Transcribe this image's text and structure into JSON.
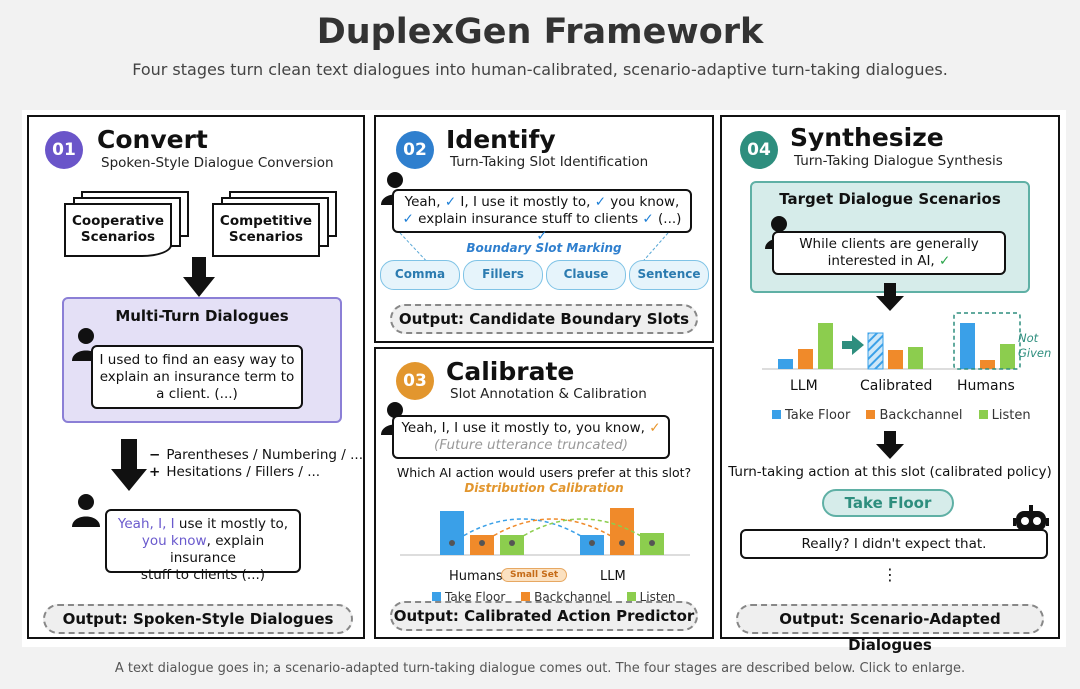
{
  "page": {
    "title": "DuplexGen Framework",
    "subtitle": "Four stages turn clean text dialogues into human-calibrated, scenario-adaptive turn-taking dialogues.",
    "caption": "A text dialogue goes in; a scenario-adapted turn-taking dialogue comes out. The four stages are described below. Click to enlarge."
  },
  "colors": {
    "convert": "#6a55c9",
    "identify": "#2f7fce",
    "calibrate": "#e2962e",
    "synthesize": "#2e8e7e",
    "take_floor": "#3aa0e8",
    "backchannel": "#f08a2a",
    "listen": "#8ccd4e"
  },
  "convert": {
    "number": "01",
    "title": "Convert",
    "subtitle": "Spoken-Style Dialogue Conversion",
    "doc_cooperative": "Cooperative Scenarios",
    "doc_competitive": "Competitive Scenarios",
    "multi_turn_title": "Multi-Turn Dialogues",
    "clean_utterance": "I used to find an easy way to explain an insurance term to a client. (...)",
    "minus_line": "Parentheses / Numbering / ...",
    "plus_line": "Hesitations / Fillers / ...",
    "spoken_part1": "Yeah, I, I",
    "spoken_part2": " use it mostly to,",
    "spoken_part3": "you know",
    "spoken_part4": ", explain insurance",
    "spoken_part5": "stuff to clients (...)",
    "output": "Output: Spoken-Style Dialogues"
  },
  "identify": {
    "number": "02",
    "title": "Identify",
    "subtitle": "Turn-Taking Slot Identification",
    "line1_a": "Yeah, ",
    "line1_b": " I, I use it mostly to, ",
    "line1_c": " you know,",
    "line2_a": " explain insurance stuff to clients ",
    "line2_b": " (...) ",
    "check": "✓",
    "marking_label": "Boundary Slot Marking",
    "slots": [
      "Comma",
      "Fillers",
      "Clause",
      "Sentence"
    ],
    "output": "Output: Candidate Boundary Slots"
  },
  "calibrate": {
    "number": "03",
    "title": "Calibrate",
    "subtitle": "Slot Annotation & Calibration",
    "utterance": "Yeah, I, I use it mostly to, you know, ",
    "check": "✓",
    "truncated": "(Future utterance truncated)",
    "question": "Which AI action would users prefer at this slot?",
    "dist_label": "Distribution Calibration",
    "humans_label": "Humans",
    "small_set": "Small Set",
    "llm_label": "LLM",
    "legend": [
      "Take Floor",
      "Backchannel",
      "Listen"
    ],
    "output": "Output: Calibrated Action Predictor"
  },
  "synthesize": {
    "number": "04",
    "title": "Synthesize",
    "subtitle": "Turn-Taking Dialogue Synthesis",
    "scenario_title": "Target Dialogue Scenarios",
    "scenario_utterance": "While clients are generally interested in AI, ",
    "check": "✓",
    "groups": [
      "LLM",
      "Calibrated",
      "Humans"
    ],
    "not_given": "Not Given",
    "legend": [
      "Take Floor",
      "Backchannel",
      "Listen"
    ],
    "action_text": "Turn-taking action at this slot (calibrated policy)",
    "take_floor": "Take Floor",
    "reply": "Really? I didn't expect that.",
    "ellipsis": "⋮",
    "output": "Output: Scenario-Adapted Dialogues"
  },
  "chart_data": [
    {
      "type": "bar",
      "categories": [
        "Humans",
        "LLM"
      ],
      "series": [
        {
          "name": "Take Floor",
          "values": [
            0.44,
            0.2
          ]
        },
        {
          "name": "Backchannel",
          "values": [
            0.2,
            0.47
          ]
        },
        {
          "name": "Listen",
          "values": [
            0.2,
            0.22
          ]
        }
      ]
    },
    {
      "type": "bar",
      "categories": [
        "LLM",
        "Calibrated",
        "Humans"
      ],
      "series": [
        {
          "name": "Take Floor",
          "values": [
            0.1,
            0.36,
            0.46
          ]
        },
        {
          "name": "Backchannel",
          "values": [
            0.2,
            0.19,
            0.09
          ]
        },
        {
          "name": "Listen",
          "values": [
            0.46,
            0.22,
            0.25
          ]
        }
      ]
    }
  ]
}
